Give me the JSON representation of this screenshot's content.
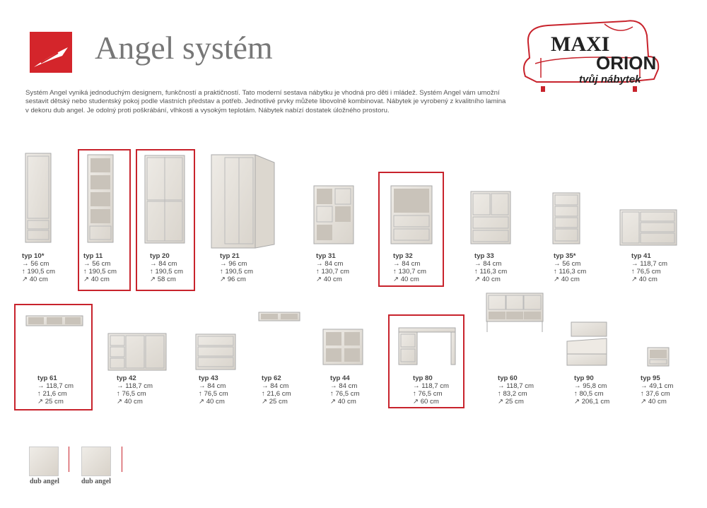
{
  "header": {
    "title": "Angel systém",
    "brand_name": "Maxi Orion",
    "slogan": "tvůj nábytek",
    "accent_color": "#c8232c"
  },
  "intro": "Systém Angel vyniká jednoduchým designem, funkčností a praktičností. Tato moderní sestava nábytku je vhodná pro děti i mládež. Systém Angel vám umožní sestavit dětský nebo studentský pokoj podle vlastních představ a potřeb. Jednotlivé prvky můžete libovolně kombinovat. Nábytek je vyrobený z kvalitního lamina v dekoru dub angel. Je odolný proti poškrábání, vlhkosti a vysokým teplotám. Nábytek nabízí dostatek úložného prostoru.",
  "items": [
    {
      "name": "typ 10*",
      "w": "56 cm",
      "h": "190,5 cm",
      "d": "40 cm",
      "highlighted": false
    },
    {
      "name": "typ 11",
      "w": "56 cm",
      "h": "190,5 cm",
      "d": "40 cm",
      "highlighted": true
    },
    {
      "name": "typ 20",
      "w": "84 cm",
      "h": "190,5 cm",
      "d": "58 cm",
      "highlighted": true
    },
    {
      "name": "typ 21",
      "w": "96 cm",
      "h": "190,5 cm",
      "d": "96 cm",
      "highlighted": false
    },
    {
      "name": "typ 31",
      "w": "84 cm",
      "h": "130,7 cm",
      "d": "40 cm",
      "highlighted": false
    },
    {
      "name": "typ 32",
      "w": "84 cm",
      "h": "130,7 cm",
      "d": "40 cm",
      "highlighted": true
    },
    {
      "name": "typ 33",
      "w": "84 cm",
      "h": "116,3 cm",
      "d": "40 cm",
      "highlighted": false
    },
    {
      "name": "typ 35*",
      "w": "56 cm",
      "h": "116,3 cm",
      "d": "40 cm",
      "highlighted": false
    },
    {
      "name": "typ 41",
      "w": "118,7 cm",
      "h": "76,5 cm",
      "d": "40 cm",
      "highlighted": false
    },
    {
      "name": "typ 61",
      "w": "118,7 cm",
      "h": "21,6 cm",
      "d": "25 cm",
      "highlighted": true
    },
    {
      "name": "typ 42",
      "w": "118,7 cm",
      "h": "76,5 cm",
      "d": "40 cm",
      "highlighted": false
    },
    {
      "name": "typ 43",
      "w": "84 cm",
      "h": "76,5 cm",
      "d": "40 cm",
      "highlighted": false
    },
    {
      "name": "typ 62",
      "w": "84 cm",
      "h": "21,6 cm",
      "d": "25 cm",
      "highlighted": false
    },
    {
      "name": "typ 44",
      "w": "84 cm",
      "h": "76,5 cm",
      "d": "40 cm",
      "highlighted": false
    },
    {
      "name": "typ 80",
      "w": "118,7 cm",
      "h": "76,5 cm",
      "d": "60 cm",
      "highlighted": true
    },
    {
      "name": "typ 60",
      "w": "118,7 cm",
      "h": "83,2 cm",
      "d": "25 cm",
      "highlighted": false
    },
    {
      "name": "typ 90",
      "w": "95,8 cm",
      "h": "80,5 cm",
      "d": "206,1 cm",
      "highlighted": false
    },
    {
      "name": "typ 95",
      "w": "49,1 cm",
      "h": "37,6 cm",
      "d": "40 cm",
      "highlighted": false
    }
  ],
  "icons": {
    "width": "width-arrow-icon",
    "height": "height-arrow-icon",
    "depth": "depth-arrow-icon"
  },
  "swatches": [
    {
      "label": "dub angel"
    },
    {
      "label": "dub angel"
    }
  ]
}
